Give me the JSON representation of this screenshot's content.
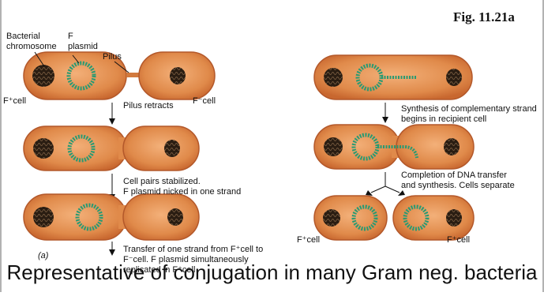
{
  "figure_label": "Fig. 11.21a",
  "caption": "Representative of conjugation in many Gram neg. bacteria",
  "part_label": "(a)",
  "labels": {
    "bacterial_chromosome": [
      "Bacterial",
      "chromosome"
    ],
    "f_plasmid": [
      "F",
      "plasmid"
    ],
    "pilus": "Pilus",
    "f_plus_cell": "F⁺cell",
    "f_minus_cell": "F⁻cell"
  },
  "steps": {
    "pilus_retracts": [
      "Pilus retracts"
    ],
    "cell_pairs": [
      "Cell pairs stabilized.",
      "F plasmid nicked in one strand"
    ],
    "transfer": [
      "Transfer of one strand from F⁺cell to",
      "F⁻cell. F plasmid simultaneously",
      "replicated in F⁺cell"
    ],
    "synthesis": [
      "Synthesis of complementary strand",
      "begins in recipient cell"
    ],
    "completion": [
      "Completion of DNA transfer",
      "and synthesis. Cells separate"
    ]
  },
  "colors": {
    "cell_fill": "#e08a4a",
    "cell_edge": "#b3582a",
    "plasmid_ring": "#2a9a72",
    "chromosome": "#2a1d12"
  }
}
